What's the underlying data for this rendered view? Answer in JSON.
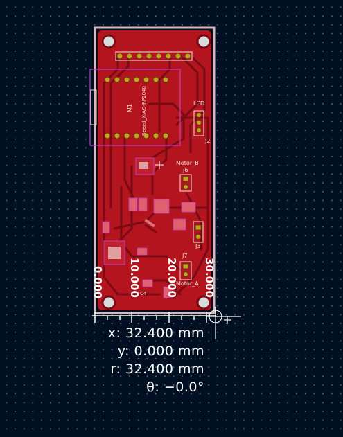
{
  "canvas": {
    "background": "#001023",
    "grid_color": "#4d6278"
  },
  "board": {
    "edge_color": "#d8b8b8",
    "copper_color": "#b4141e",
    "trace_color": "#7a0a14",
    "pad_color": "#c8a020",
    "silk_color": "#e8e4dc",
    "courtyard_color": "#c040c0",
    "labels": {
      "module": "M1",
      "module_sub": "Seeed_XIAO-RP2040",
      "lcd": "LCD",
      "j2": "J2",
      "motor_b": "Motor_B",
      "j6": "J6",
      "j3": "J3",
      "j7": "J7",
      "motor_a": "Motor_A",
      "c4": "C4"
    }
  },
  "ruler": {
    "ticks": [
      "0.000",
      "10.000",
      "20.000",
      "30.000"
    ],
    "color": "#ffffff"
  },
  "measurement": {
    "x": "x: 32.400 mm",
    "y": "y: 0.000 mm",
    "r": "r: 32.400 mm",
    "theta": "θ: −0.0°"
  }
}
